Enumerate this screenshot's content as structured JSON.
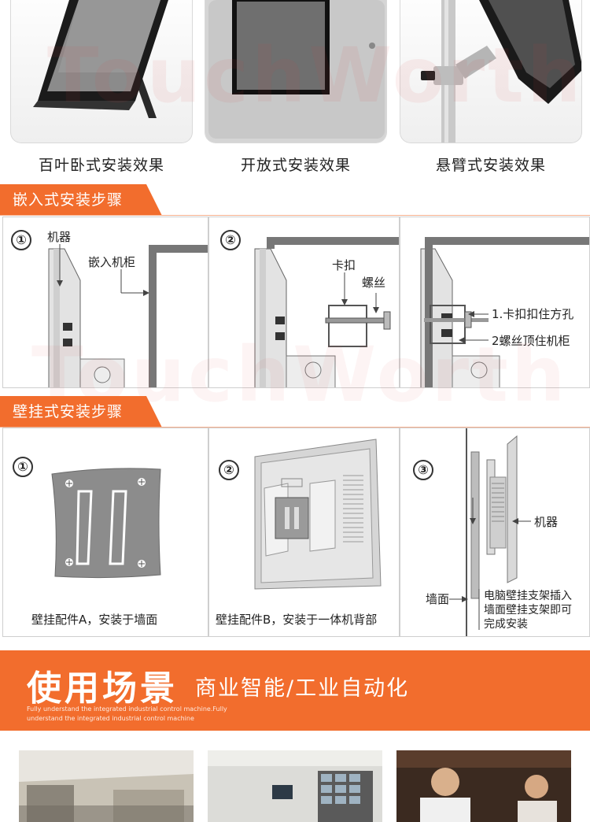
{
  "brand_watermark": "TouchWorth",
  "top_effects": [
    {
      "caption": "百叶卧式安装效果"
    },
    {
      "caption": "开放式安装效果"
    },
    {
      "caption": "悬臂式安装效果"
    }
  ],
  "embedded_section": {
    "title": "嵌入式安装步骤",
    "steps": [
      {
        "num": "①",
        "labels": {
          "machine": "机器",
          "cabinet": "嵌入机柜"
        }
      },
      {
        "num": "②",
        "labels": {
          "clip": "卡扣",
          "screw": "螺丝"
        }
      },
      {
        "num": "",
        "labels": {
          "note1": "1.卡扣扣住方孔",
          "note2": "2螺丝顶住机柜"
        }
      }
    ]
  },
  "wall_section": {
    "title": "壁挂式安装步骤",
    "steps": [
      {
        "num": "①",
        "caption": "壁挂配件A，安装于墙面"
      },
      {
        "num": "②",
        "caption": "壁挂配件B，安装于一体机背部"
      },
      {
        "num": "③",
        "labels": {
          "machine": "机器",
          "wall": "墙面",
          "desc1": "电脑壁挂支架插入",
          "desc2": "墙面壁挂支架即可",
          "desc3": "完成安装"
        }
      }
    ]
  },
  "usage_banner": {
    "title": "使用场景",
    "subtitle": "商业智能/工业自动化",
    "english": "Fully understand the integrated industrial control machine.Fully understand the integrated industrial control machine"
  },
  "colors": {
    "accent": "#f26d2d",
    "panel_border": "#cfcfcf"
  }
}
